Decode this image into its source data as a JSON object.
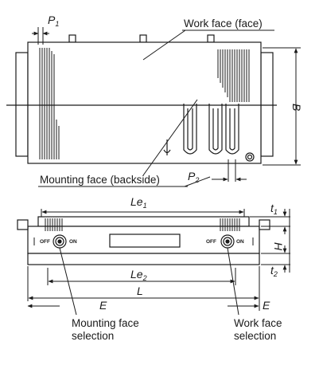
{
  "labels": {
    "work_face": "Work face (face)",
    "mounting_face": "Mounting face (backside)",
    "mounting_face_selection_1": "Mounting face",
    "mounting_face_selection_2": "selection",
    "work_face_selection_1": "Work face",
    "work_face_selection_2": "selection"
  },
  "dimensions": {
    "p1": {
      "base": "P",
      "sub": "1"
    },
    "p2": {
      "base": "P",
      "sub": "2"
    },
    "b": "B",
    "le1": {
      "base": "Le",
      "sub": "1"
    },
    "le2": {
      "base": "Le",
      "sub": "2"
    },
    "l": "L",
    "e_left": "E",
    "e_right": "E",
    "h": "H",
    "t1": {
      "base": "t",
      "sub": "1"
    },
    "t2": {
      "base": "t",
      "sub": "2"
    }
  },
  "switches": {
    "left_off": "OFF",
    "left_on": "ON",
    "right_off": "OFF",
    "right_on": "ON"
  },
  "colors": {
    "line": "#1a1a1a",
    "panel": "#f2f2f2",
    "background": "#ffffff"
  }
}
